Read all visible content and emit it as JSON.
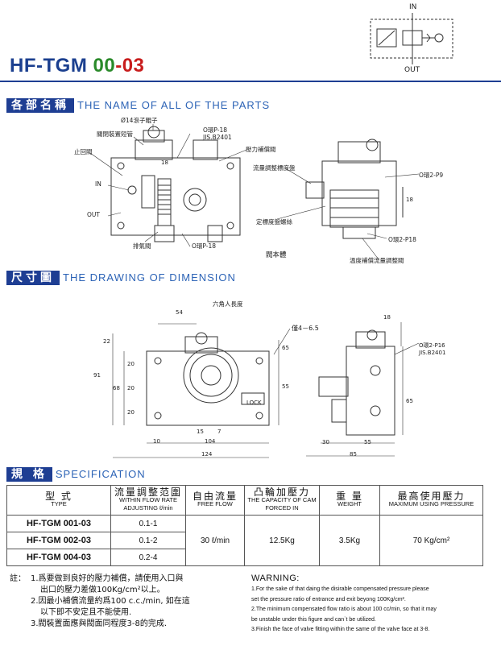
{
  "header": {
    "model": "HF-TGM",
    "series_a": "00",
    "dash": "-",
    "series_b": "03",
    "symbol_in": "IN",
    "symbol_out": "OUT"
  },
  "section_parts": {
    "cjk": "各部名稱",
    "en": "THE NAME OF ALL OF THE PARTS"
  },
  "parts_labels": {
    "roller": "Ø14滾子輥子",
    "close_pipe": "關閉裝置短管",
    "check_valve": "止回閥",
    "in": "IN",
    "out": "OUT",
    "oring_p18_top": "O環P-18",
    "jis": "JIS.B2401",
    "pressure_valve": "壓力補償閥",
    "dim_18": "18",
    "flow_adj": "流量調整標度盤",
    "oring_2p9": "O環2-P9",
    "scale_screw": "定標度盤螺絲",
    "dim_18_side": "18",
    "oring_2p18": "O環2-P18",
    "exhaust": "排氣閥",
    "oring_p18_bot": "O環P-18",
    "body": "閥本體",
    "temp_comp": "溫度補償流量調整閥"
  },
  "section_dim": {
    "cjk": "尺寸圖",
    "en": "THE DRAWING OF DIMENSION"
  },
  "dim_labels": {
    "d54": "54",
    "hex": "六角人長度",
    "holes": "僅4－6.5",
    "d18r": "18",
    "d22": "22",
    "d20a": "20",
    "d91": "91",
    "d68": "68",
    "d20b": "20",
    "d20c": "20",
    "d65": "65",
    "d55": "55",
    "d15": "15",
    "d7": "7",
    "d10": "10",
    "d104": "104",
    "d124": "124",
    "lock": "LOCK",
    "oring_2p16": "O環2-P16",
    "jis2": "JIS.B2401",
    "d65r": "65",
    "d30": "30",
    "d55b": "55",
    "d85": "85"
  },
  "section_spec": {
    "cjk": "規 格",
    "en": "SPECIFICATION"
  },
  "spec_table": {
    "headers": [
      {
        "zh": "型 式",
        "en": "TYPE"
      },
      {
        "zh": "流量調整范圍",
        "en": "WITHIN FLOW RATE ADJUSTING ℓ/min"
      },
      {
        "zh": "自由流量",
        "en": "FREE FLOW"
      },
      {
        "zh": "凸輪加壓力",
        "en": "THE CAPACITY OF CAM FORCED IN"
      },
      {
        "zh": "重 量",
        "en": "WEIGHT"
      },
      {
        "zh": "最高使用壓力",
        "en": "MAXIMUM USING PRESSURE"
      }
    ],
    "rows": [
      {
        "type": "HF-TGM 001-03",
        "range": "0.1-1"
      },
      {
        "type": "HF-TGM 002-03",
        "range": "0.1-2"
      },
      {
        "type": "HF-TGM 004-03",
        "range": "0.2-4"
      }
    ],
    "free_flow": "30 ℓ/min",
    "cam_force": "12.5Kg",
    "weight": "3.5Kg",
    "max_pressure": "70 Kg/cm²"
  },
  "notes": {
    "label": "註：",
    "items": [
      "1.爲要做到良好的壓力補償，請使用入口與",
      "出口的壓力差做100Kg/cm²以上。",
      "2.因最小補償流量約爲100 c.c./min,  如在這",
      "以下即不安定且不能使用.",
      "3.閥裝置面應與閥面同程度3-8的完成."
    ]
  },
  "warning": {
    "title": "WARNING:",
    "items": [
      "1.For the sake of that daing the disirable compensated pressure please",
      "set the pressure ratio of entrance and exit beyong 100Kg/cm².",
      "2.The minimum compensated flow ratio is about 100 cc/min, so that it may",
      "be unstable under this figure and can`t be utilized.",
      "3.Finish the face of valve fitting within the same of the valve face at 3-8."
    ]
  }
}
